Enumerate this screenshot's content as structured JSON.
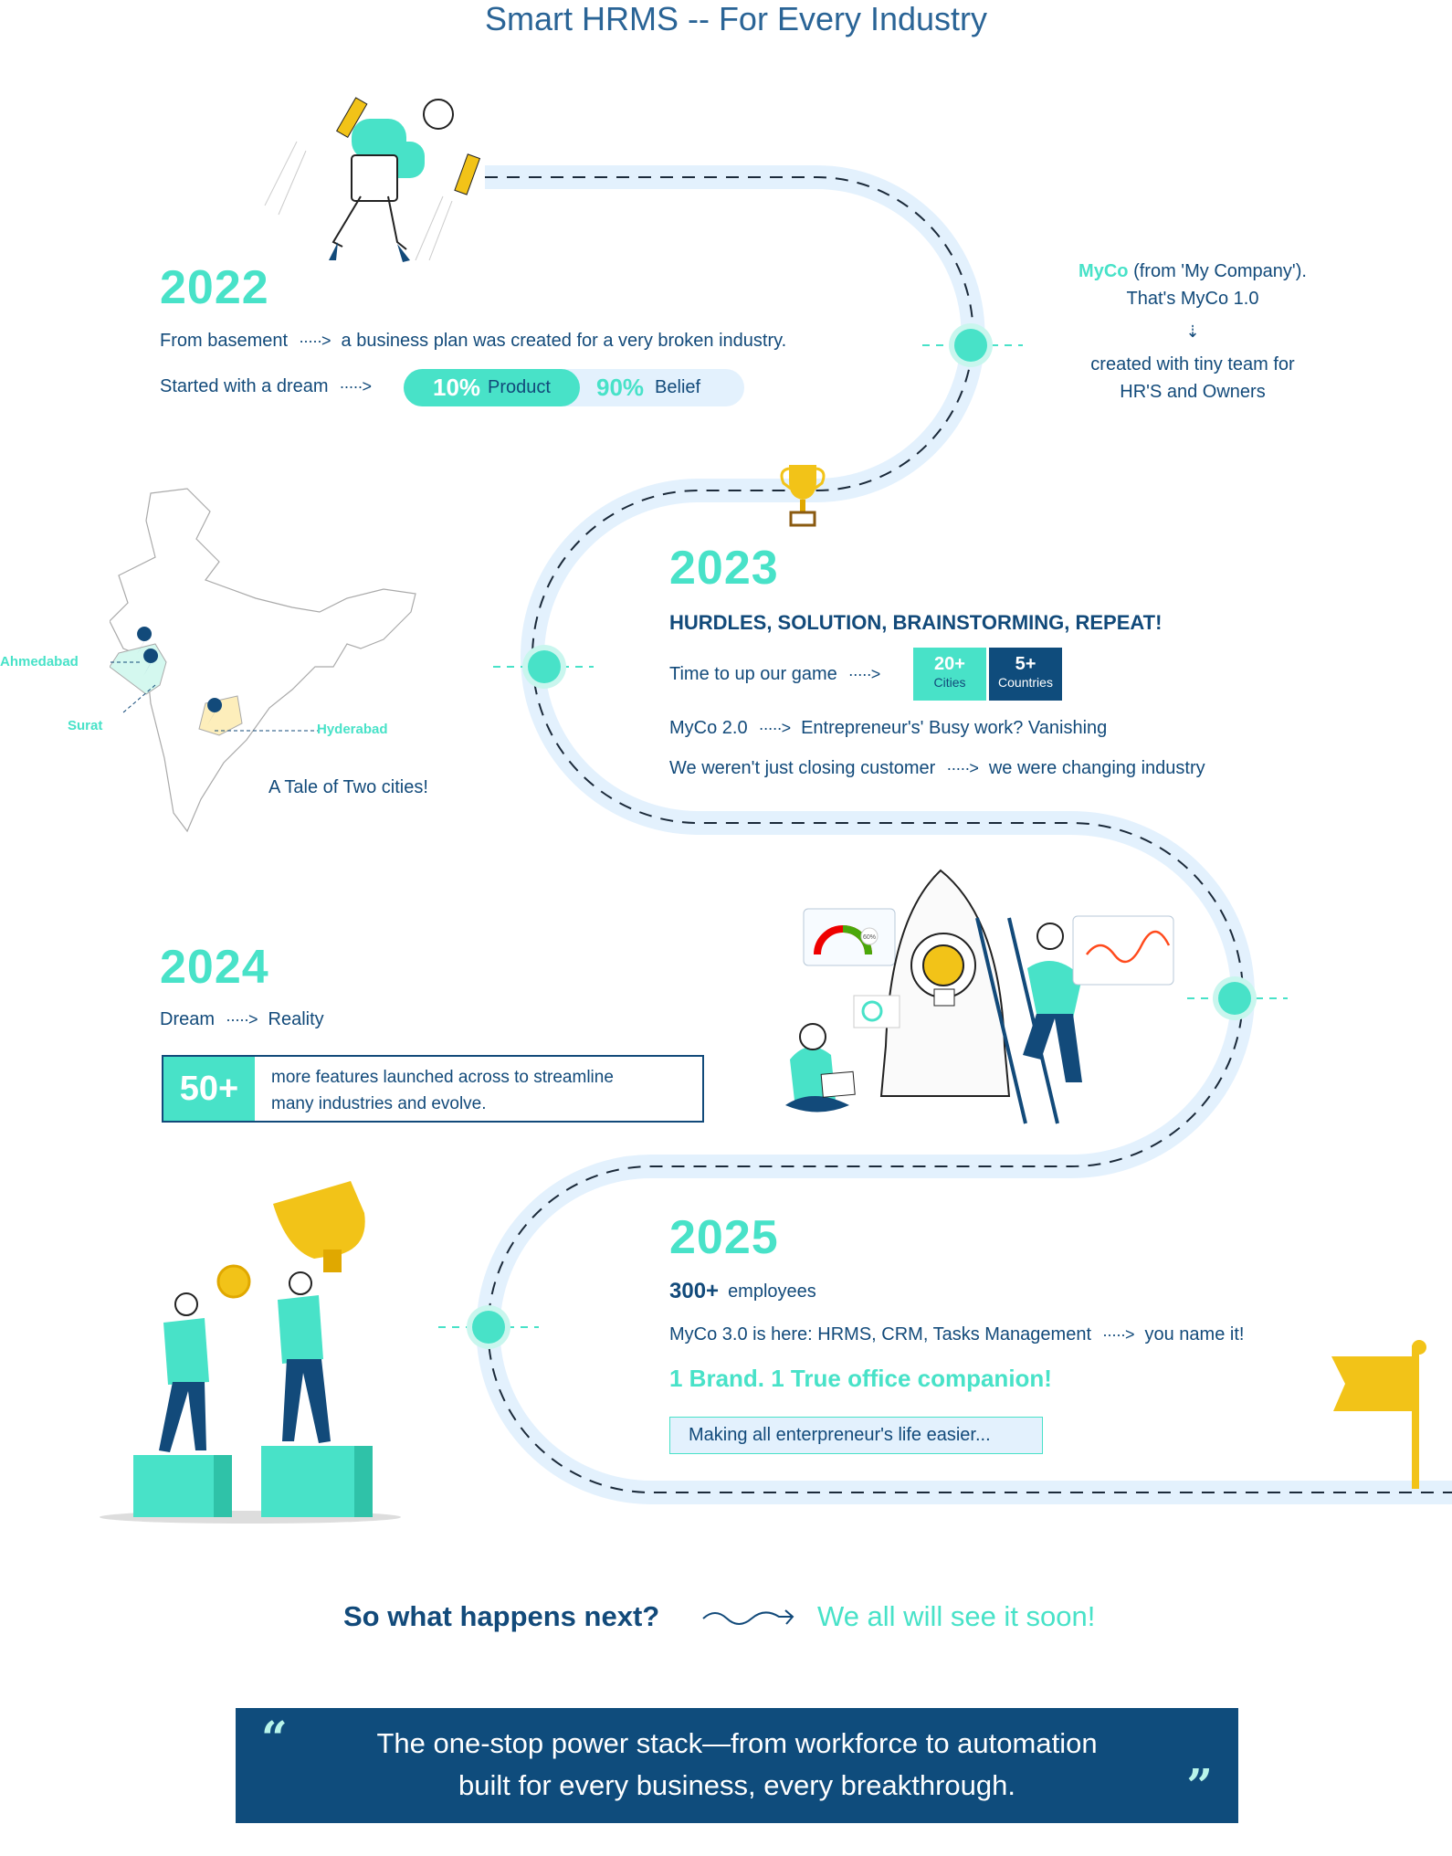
{
  "title": "Smart HRMS -- For Every Industry",
  "colors": {
    "teal": "#48e2c8",
    "navy": "#124a7a",
    "road": "#e3f1fd",
    "quote_bg": "#0f4c7c"
  },
  "y2022": {
    "year": "2022",
    "line1_left": "From basement",
    "line1_right": "a business plan was created for a very broken industry.",
    "line2_left": "Started with a dream",
    "pill_product_pct": "10%",
    "pill_product_label": "Product",
    "pill_belief_pct": "90%",
    "pill_belief_label": "Belief",
    "side_brand": "MyCo",
    "side_line1_rest": "(from 'My Company').",
    "side_line2": "That's MyCo 1.0",
    "side_line3": "created with tiny team for",
    "side_line4": "HR'S and Owners"
  },
  "map": {
    "cities": [
      "Ahmedabad",
      "Surat",
      "Hyderabad"
    ],
    "caption": "A Tale of Two cities!"
  },
  "y2023": {
    "year": "2023",
    "headline": "HURDLES, SOLUTION, BRAINSTORMING, REPEAT!",
    "line1_left": "Time to up our game",
    "stat1_value": "20+",
    "stat1_label": "Cities",
    "stat2_value": "5+",
    "stat2_label": "Countries",
    "line2_left": "MyCo 2.0",
    "line2_right": "Entrepreneur's' Busy work? Vanishing",
    "line3_left": "We weren't just closing customer",
    "line3_right": "we were changing industry"
  },
  "y2024": {
    "year": "2024",
    "line1_left": "Dream",
    "line1_right": "Reality",
    "box_value": "50+",
    "box_text_1": "more features launched across to streamline",
    "box_text_2": "many industries and evolve.",
    "gauge_label": "60%"
  },
  "y2025": {
    "year": "2025",
    "employees_value": "300+",
    "employees_label": "employees",
    "line1_left": "MyCo 3.0 is here: HRMS, CRM, Tasks Management",
    "line1_right": "you name it!",
    "tagline": "1 Brand. 1 True office companion!",
    "box_text": "Making all enterpreneur's life easier..."
  },
  "next": {
    "question": "So what happens next?",
    "answer": "We all will see it soon!"
  },
  "quote": {
    "line1": "The one-stop power stack—from workforce to automation",
    "line2": "built for every business, every breakthrough.",
    "open_mark": "“",
    "close_mark": "”"
  }
}
